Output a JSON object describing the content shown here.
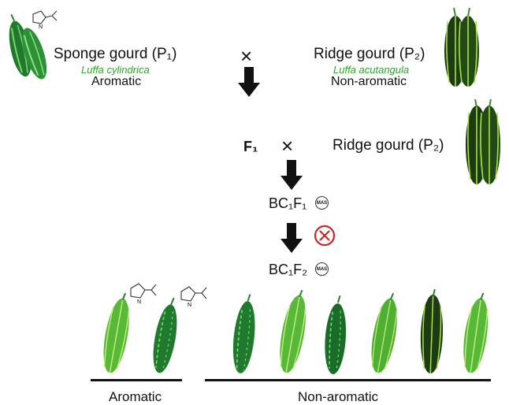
{
  "parent1": {
    "name": "Sponge gourd (P₁)",
    "species": "Luffa cylindrica",
    "trait": "Aromatic"
  },
  "parent2": {
    "name": "Ridge gourd (P₂)",
    "species": "Luffa acutangula",
    "trait": "Non-aromatic"
  },
  "cross_symbol": "×",
  "f1": "F₁",
  "recurrent_parent": "Ridge gourd (P₂)",
  "bc1f1": "BC₁F₁",
  "bc1f2": "BC₁F₂",
  "mas_badge": "MAS",
  "groups": {
    "aromatic": "Aromatic",
    "non_aromatic": "Non-aromatic"
  },
  "colors": {
    "dark_green": "#1f7a2e",
    "light_green": "#6ec83a",
    "ridge_dark": "#1c3b10",
    "ridge_stripe": "#a8e04a",
    "self_x": "#c62828"
  }
}
